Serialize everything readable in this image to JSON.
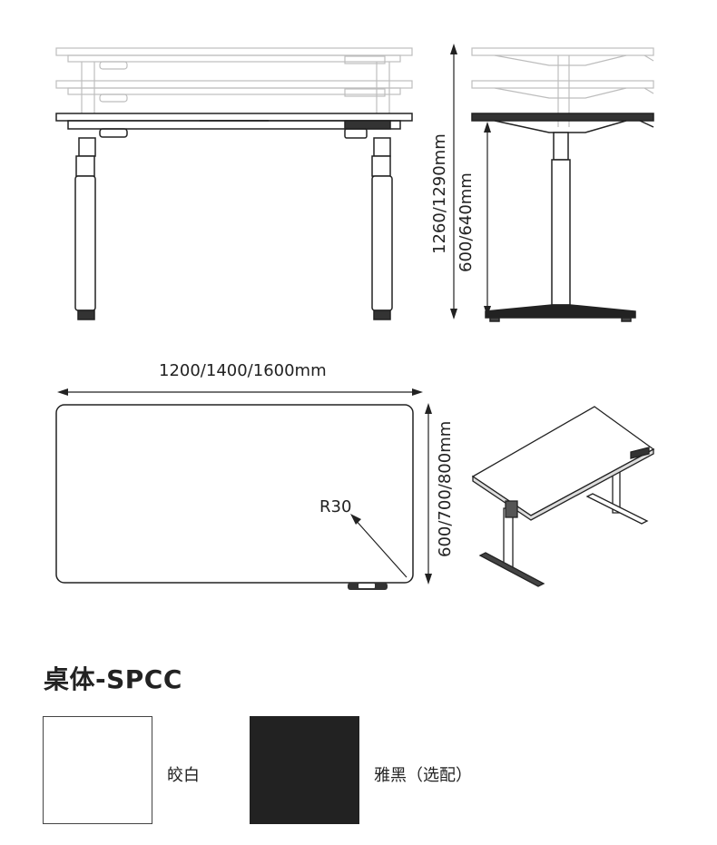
{
  "dimensions": {
    "total_height": "1260/1290mm",
    "column_height": "600/640mm",
    "width": "1200/1400/1600mm",
    "depth": "600/700/800mm",
    "corner_radius": "R30"
  },
  "material": {
    "title": "桌体-SPCC"
  },
  "colors": [
    {
      "label": "皎白",
      "hex": "#ffffff"
    },
    {
      "label": "雅黑（选配）",
      "hex": "#222222"
    }
  ]
}
